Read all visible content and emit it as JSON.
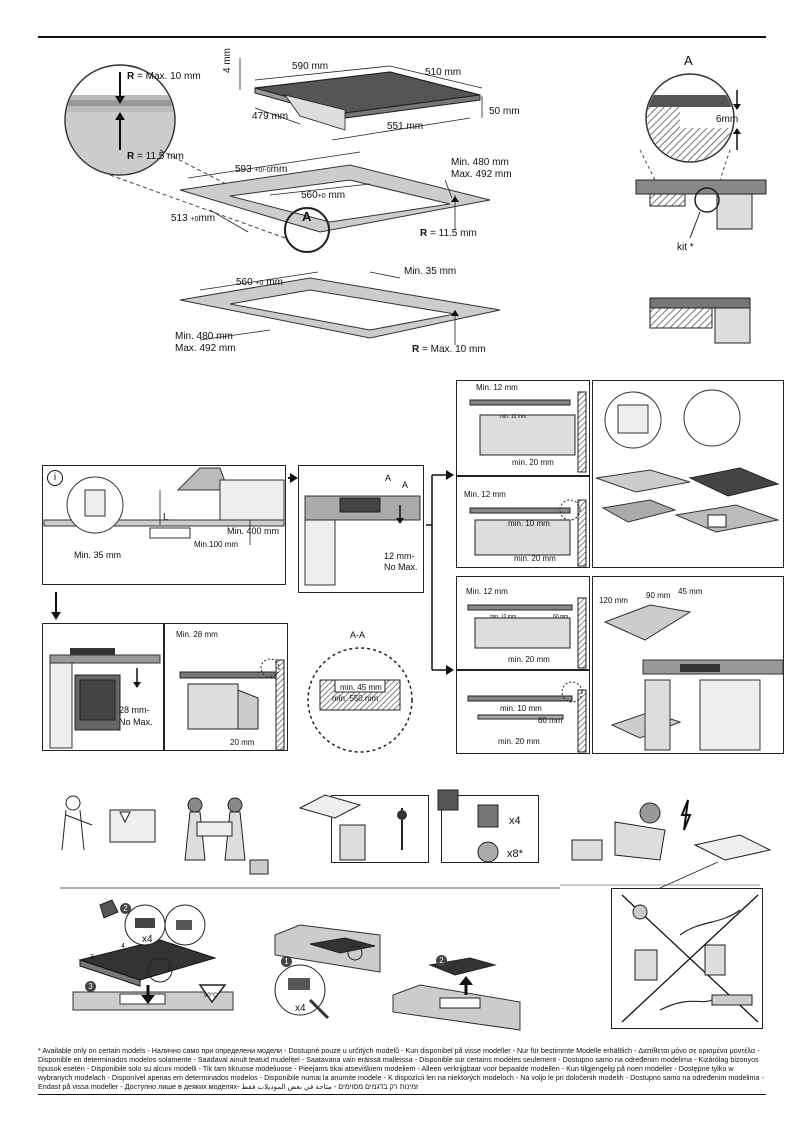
{
  "hob_dims": {
    "w590": "590 mm",
    "d510": "510 mm",
    "h4": "4 mm",
    "w479": "479 mm",
    "w551": "551 mm",
    "d50": "50 mm"
  },
  "radius": {
    "max10": "= Max. 10 mm",
    "r115": "= 11.5 mm",
    "r_letter": "R",
    "r115b": "= 11.5 mm",
    "max10b": "= Max. 10 mm"
  },
  "cutout": {
    "w593": "593",
    "d513": "513",
    "w560": "560",
    "tol": "mm",
    "minmax1": "Min. 480 mm",
    "minmax2": "Max. 492 mm",
    "point": "A"
  },
  "cutout2": {
    "w560": "560",
    "min35": "Min. 35 mm",
    "min480": "Min. 480 mm",
    "max492": "Max. 492 mm"
  },
  "detailA": {
    "letter": "A",
    "six": "6mm",
    "kit": "kit *"
  },
  "install": {
    "i": "i",
    "L": "L",
    "min400": "Min. 400 mm",
    "min100": "Min.100 mm",
    "min35": "Min. 35 mm",
    "A1": "A",
    "A2": "A",
    "mm12": "12 mm-",
    "nomax": "No Max.",
    "min28": "Min. 28 mm",
    "mm28": "28 mm-",
    "nomax2": "No Max.",
    "mm20": "20 mm",
    "aa": "A-A",
    "min45": "min. 45 mm",
    "min550": "min. 550 mm"
  },
  "right_panels": {
    "p1a": "Min. 12 mm",
    "p1b": "min. 10 mm",
    "p1c": "min. 20 mm",
    "p2a": "Min. 12 mm",
    "p2b": "min. 10 mm",
    "p2c": "min. 20 mm",
    "p3a": "Min. 12 mm",
    "p3b": "min. 10 mm",
    "p3c": "60 mm",
    "p3d": "min. 20 mm",
    "p4a": "min. 10 mm",
    "p4b": "60 mm",
    "p4c": "min. 20 mm",
    "m120": "120 mm",
    "m90": "90 mm",
    "m45": "45 mm"
  },
  "tools": {
    "x4": "x4",
    "x8": "x8*"
  },
  "mount": {
    "n1": "1",
    "n2": "2",
    "n3": "3",
    "n4": "4",
    "x4": "x4",
    "temp": "90°C",
    "x4b": "x4"
  },
  "remove": {
    "n1": "1",
    "n2": "2"
  },
  "footnote": "* Available only on certain models - Налично само при определени модели - Dostupné pouze u určitých modelů - Kun disponibel på visse modeller - Nur für bestimmte Modelle erhältlich - Διατίθεται μόνο σε ορισμένα μοντέλα - Disponible en determinados modelos solamente - Saadaval ainult teatud mudelitel - Saatavana vain eräissä malleissa - Disponible sur certains modèles seulement - Dostupno samo na određenim modelima - Kizárólag bizonyos típusok esetén - Disponibile solo su alcuni modelli - Tik tam tikruose modeliuose - Pieejams tikai atsevišķiem modeļiem - Alleen verkrijgbaar voor bepaalde modellen - Kun tilgjengelig på noen modeller - Dostępne tylko w wybranych modelach - Disponível apenas em determinados modelos - Disponibile numai la anumite modele - K dispozícii len na niektorých modeloch - Na voljo le pri določenih modelih - Dostupno samo na određenim modelima - Endast på vissa modeller - Доступно лише в деяких моделях- זמינות רק בדגמים מסוימים - متاحة في بعض الموديلات فقط"
}
